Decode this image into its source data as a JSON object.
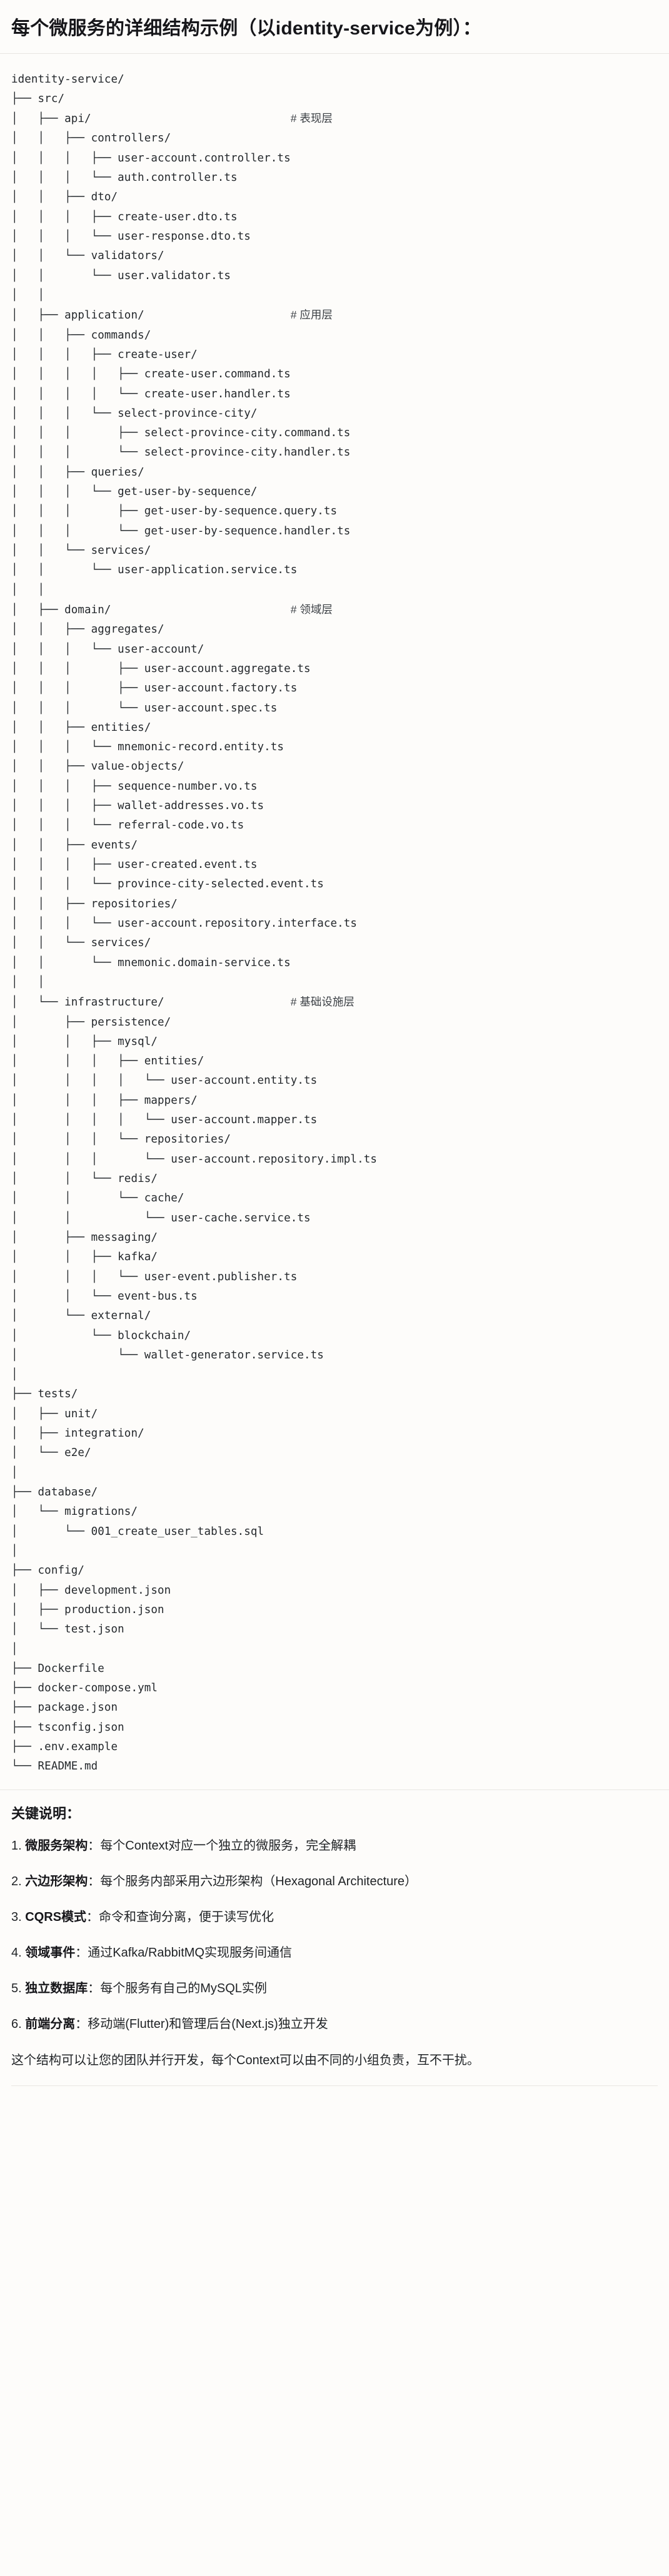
{
  "header": {
    "title": "每个微服务的详细结构示例（以identity-service为例）："
  },
  "tree": {
    "root": "identity-service/",
    "comments": {
      "api": "# 表现层",
      "application": "# 应用层",
      "domain": "# 领域层",
      "infrastructure": "# 基础设施层"
    },
    "lines": [
      "identity-service/",
      "├── src/",
      "│   ├── api/                              @CMT:# 表现层",
      "│   │   ├── controllers/",
      "│   │   │   ├── user-account.controller.ts",
      "│   │   │   └── auth.controller.ts",
      "│   │   ├── dto/",
      "│   │   │   ├── create-user.dto.ts",
      "│   │   │   └── user-response.dto.ts",
      "│   │   └── validators/",
      "│   │       └── user.validator.ts",
      "│   │",
      "│   ├── application/                      @CMT:# 应用层",
      "│   │   ├── commands/",
      "│   │   │   ├── create-user/",
      "│   │   │   │   ├── create-user.command.ts",
      "│   │   │   │   └── create-user.handler.ts",
      "│   │   │   └── select-province-city/",
      "│   │   │       ├── select-province-city.command.ts",
      "│   │   │       └── select-province-city.handler.ts",
      "│   │   ├── queries/",
      "│   │   │   └── get-user-by-sequence/",
      "│   │   │       ├── get-user-by-sequence.query.ts",
      "│   │   │       └── get-user-by-sequence.handler.ts",
      "│   │   └── services/",
      "│   │       └── user-application.service.ts",
      "│   │",
      "│   ├── domain/                           @CMT:# 领域层",
      "│   │   ├── aggregates/",
      "│   │   │   └── user-account/",
      "│   │   │       ├── user-account.aggregate.ts",
      "│   │   │       ├── user-account.factory.ts",
      "│   │   │       └── user-account.spec.ts",
      "│   │   ├── entities/",
      "│   │   │   └── mnemonic-record.entity.ts",
      "│   │   ├── value-objects/",
      "│   │   │   ├── sequence-number.vo.ts",
      "│   │   │   ├── wallet-addresses.vo.ts",
      "│   │   │   └── referral-code.vo.ts",
      "│   │   ├── events/",
      "│   │   │   ├── user-created.event.ts",
      "│   │   │   └── province-city-selected.event.ts",
      "│   │   ├── repositories/",
      "│   │   │   └── user-account.repository.interface.ts",
      "│   │   └── services/",
      "│   │       └── mnemonic.domain-service.ts",
      "│   │",
      "│   └── infrastructure/                   @CMT:# 基础设施层",
      "│       ├── persistence/",
      "│       │   ├── mysql/",
      "│       │   │   ├── entities/",
      "│       │   │   │   └── user-account.entity.ts",
      "│       │   │   ├── mappers/",
      "│       │   │   │   └── user-account.mapper.ts",
      "│       │   │   └── repositories/",
      "│       │   │       └── user-account.repository.impl.ts",
      "│       │   └── redis/",
      "│       │       └── cache/",
      "│       │           └── user-cache.service.ts",
      "│       ├── messaging/",
      "│       │   ├── kafka/",
      "│       │   │   └── user-event.publisher.ts",
      "│       │   └── event-bus.ts",
      "│       └── external/",
      "│           └── blockchain/",
      "│               └── wallet-generator.service.ts",
      "│",
      "├── tests/",
      "│   ├── unit/",
      "│   ├── integration/",
      "│   └── e2e/",
      "│",
      "├── database/",
      "│   └── migrations/",
      "│       └── 001_create_user_tables.sql",
      "│",
      "├── config/",
      "│   ├── development.json",
      "│   ├── production.json",
      "│   └── test.json",
      "│",
      "├── Dockerfile",
      "├── docker-compose.yml",
      "├── package.json",
      "├── tsconfig.json",
      "├── .env.example",
      "└── README.md"
    ]
  },
  "notes": {
    "title": "关键说明：",
    "items": [
      {
        "term": "微服务架构",
        "sep": "：",
        "desc": "每个Context对应一个独立的微服务，完全解耦"
      },
      {
        "term": "六边形架构",
        "sep": "：",
        "desc": "每个服务内部采用六边形架构（Hexagonal Architecture）"
      },
      {
        "term": "CQRS模式",
        "sep": "：",
        "desc": "命令和查询分离，便于读写优化"
      },
      {
        "term": "领域事件",
        "sep": "：",
        "desc": "通过Kafka/RabbitMQ实现服务间通信"
      },
      {
        "term": "独立数据库",
        "sep": "：",
        "desc": "每个服务有自己的MySQL实例"
      },
      {
        "term": "前端分离",
        "sep": "：",
        "desc": "移动端(Flutter)和管理后台(Next.js)独立开发"
      }
    ],
    "closing": "这个结构可以让您的团队并行开发，每个Context可以由不同的小组负责，互不干扰。"
  }
}
